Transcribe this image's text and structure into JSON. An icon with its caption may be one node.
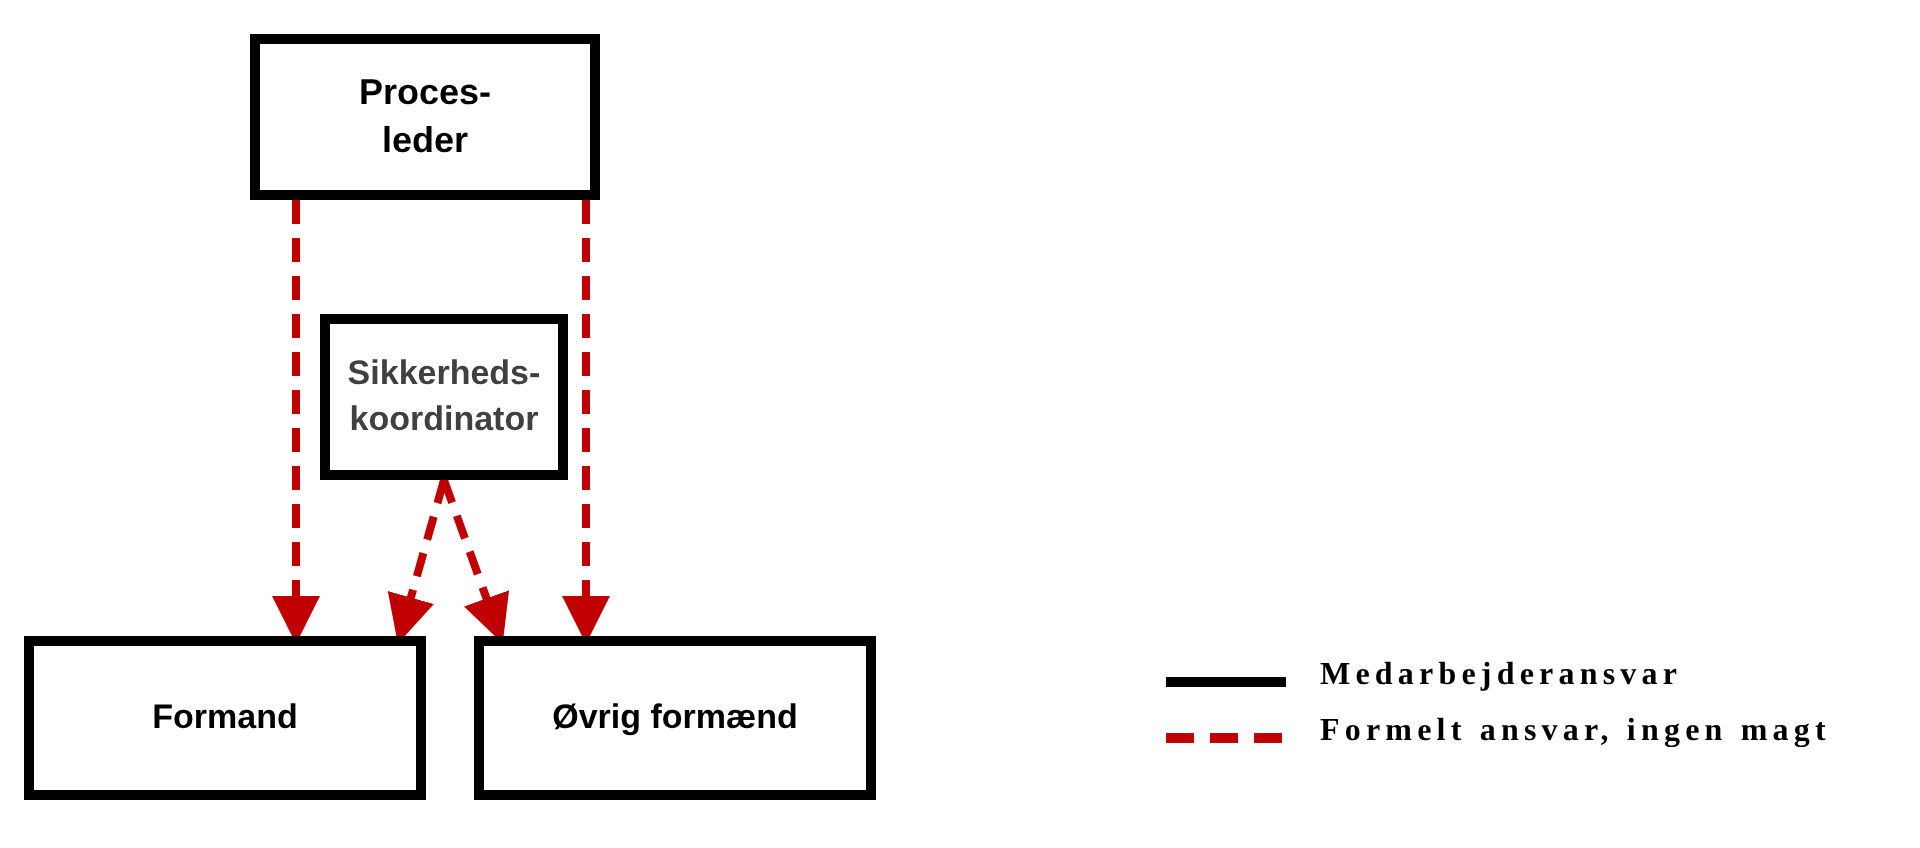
{
  "diagram": {
    "nodes": [
      {
        "text": [
          "Proces- leder"
        ]
      },
      {
        "text": [
          "Sikkerheds- koordinator"
        ]
      },
      {
        "text": [
          "Formand"
        ]
      },
      {
        "text": [
          "Øvrig formænd"
        ]
      }
    ],
    "edges": [
      {
        "from": 0,
        "to": 2,
        "arrow": "to",
        "style": "dashed",
        "color": "#c00000"
      },
      {
        "from": 0,
        "to": 3,
        "arrow": "to",
        "style": "dashed",
        "color": "#c00000"
      },
      {
        "from": 1,
        "to": 2,
        "arrow": "to",
        "style": "dashed",
        "color": "#c00000"
      },
      {
        "from": 1,
        "to": 3,
        "arrow": "to",
        "style": "dashed",
        "color": "#c00000"
      }
    ],
    "legend": [
      {
        "text": "Medarbejderansvar"
      },
      {
        "text": "Formelt ansvar, ingen magt"
      }
    ]
  }
}
